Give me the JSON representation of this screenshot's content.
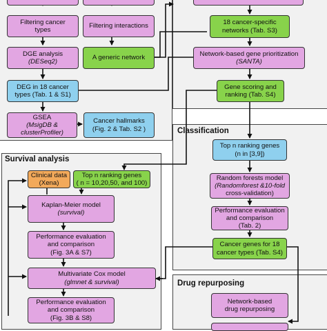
{
  "panels": {
    "survival": "Survival analysis",
    "classification": "Classification",
    "drug": "Drug repurposing"
  },
  "nodes": {
    "filter_cancer": [
      "Filtering cancer",
      "types"
    ],
    "filter_interactions": "Filtering interactions",
    "specific_networks": [
      "18 cancer-specific",
      "networks (Tab. S3)"
    ],
    "dge": [
      "DGE analysis",
      "(DESeq2)"
    ],
    "generic_network": "A generic network",
    "prioritization": [
      "Network-based gene prioritization",
      "(SANTA)"
    ],
    "deg": [
      "DEG in 18 cancer",
      "types (Tab. 1 & S1)"
    ],
    "scoring": [
      "Gene scoring and",
      "ranking (Tab. S4)"
    ],
    "gsea": [
      "GSEA",
      "(MsigDB &",
      "clusterProfiler)"
    ],
    "hallmarks": [
      "Cancer hallmarks",
      "(Fig. 2 & Tab. S2 )"
    ],
    "top_n_class": [
      "Top n ranking genes",
      "(n in [3,9])"
    ],
    "rf": [
      "Random forests model",
      "(Randomforest &10-fold",
      "cross-validation)"
    ],
    "perf_class": [
      "Performance evaluation",
      "and comparison",
      "(Tab. 2)"
    ],
    "cancer_genes": [
      "Cancer genes for 18",
      "cancer types (Tab. S4)"
    ],
    "clinical": [
      "Clinical data",
      "(Xena)"
    ],
    "top_n_surv": [
      "Top n ranking genes",
      "( n = 10,20,50, and 100)"
    ],
    "km": [
      "Kaplan-Meier model",
      "(survival)"
    ],
    "perf_km": [
      "Performance evaluation",
      "and comparison",
      "(Fig. 3A & S7)"
    ],
    "cox": [
      "Multivariate Cox model",
      "(glmnet & survival)"
    ],
    "perf_cox": [
      "Performance evaluation",
      "and comparison",
      "(Fig. 3B & S8)"
    ],
    "drug_repurposing": [
      "Network-based",
      "drug repurposing"
    ]
  },
  "colors": {
    "pink": "#e2a6e2",
    "green": "#88d34b",
    "blue": "#8fd0ee",
    "orange": "#f2a95a",
    "panel": "#f1f1f1",
    "arrow": "#111111"
  }
}
